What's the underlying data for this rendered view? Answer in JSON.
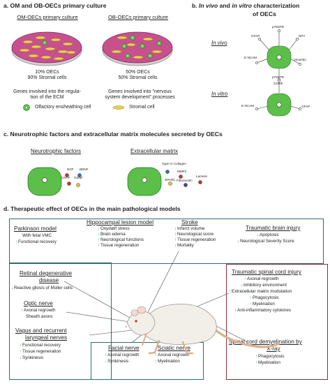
{
  "colors": {
    "cell_green": "#5bbf4a",
    "dish_pink": "#c8508e",
    "box_teal": "#2f6b6b",
    "box_red": "#8a2a3a",
    "up_arrow": "#3b9b3b",
    "down_arrow": "#3a6fa8"
  },
  "a": {
    "title": "a. OM and OB-OECs primary culture",
    "om": {
      "title": "OM-OECs primary culture",
      "pct1": "10% OECs",
      "pct2": "90% Stromal cells",
      "genes1": "Genes involved into the regula-",
      "genes2": "tion of the ECM"
    },
    "ob": {
      "title": "OB-OECs primary culture",
      "pct1": "50% OECs",
      "pct2": "50% Stromal cells",
      "genes1": "Genes involved into \"nervous",
      "genes2": "system development\" processes"
    },
    "legend": {
      "oec": "Olfactory ensheathing cell",
      "stromal": "Stromal cell"
    }
  },
  "b": {
    "title_pre": "b. ",
    "title_vivo": "In vivo",
    "title_mid": " and ",
    "title_vitro": "in vitro",
    "title_post": " characterization",
    "title_line2": "of OECs",
    "in_vivo": "In vivo",
    "in_vitro": "In vitro",
    "vivo_markers": {
      "p75": "p75NTR",
      "gfap": "GFAP",
      "npy": "NPY",
      "encam": "E-NCAM",
      "vim": "Vimentin",
      "s100": "S100b"
    },
    "vitro_markers": {
      "p75": "p75NTR",
      "encam": "E-NCAM",
      "gfap": "GFAP"
    }
  },
  "c": {
    "title": "c. Neurotrophic factors and extracellular matrix molecules secreted by OECs",
    "neuro": {
      "title": "Neurotrophic factors",
      "ngf": "NGF",
      "bdnf": "BDNF",
      "cntf": "CNTF",
      "gdnf": "GDNF"
    },
    "ecm": {
      "title": "Extracellular matrix",
      "col": "Type IV Collagen",
      "mmp2": "MMP2",
      "sparc": "SPARC",
      "laminin": "Laminin",
      "fibro": "Fibronectin"
    }
  },
  "d": {
    "title": "d. Therapeutic effect of OECs in the main pathological models",
    "parkinson": {
      "title": "Parkinson model",
      "items": [
        "With fetal VMC",
        "Functional recovery"
      ]
    },
    "hippo": {
      "title": "Hippocampal lesion model",
      "items": [
        "Oxydatif stress",
        "Brain edema",
        "Neurological functions",
        "Tissue regeneration"
      ]
    },
    "stroke": {
      "title": "Stroke",
      "items": [
        "Infarct volume",
        "Neurological score",
        "Tissue regeneration",
        "Mortality"
      ]
    },
    "tbi": {
      "title": "Traumatic brain injury",
      "items": [
        "Apoptosis",
        "Neurological Severity Score"
      ]
    },
    "retinal": {
      "title1": "Retinal degenerative",
      "title2": "disease",
      "items": [
        "Reactive gliosis of Müller cells"
      ]
    },
    "optic": {
      "title": "Optic nerve",
      "items": [
        "Axonal regrowth",
        "Sheath axons"
      ]
    },
    "vagus": {
      "title1": "Vagus and recurrent",
      "title2": "laryngeal nerves",
      "items": [
        "Functional recovery",
        "Tissue regeneration",
        "Synkinesis"
      ]
    },
    "facial": {
      "title": "Facial nerve",
      "items": [
        "Axonal regrowth",
        "Synkinesis"
      ]
    },
    "sciatic": {
      "title": "Sciatic nerve",
      "items": [
        "Axonal regrowth",
        "Myelination"
      ]
    },
    "tsci": {
      "title": "Traumatic spinal cord injury",
      "items": [
        "Axonal regrowth",
        "Inhibitory environment",
        "Extracellular matrix modulation",
        "Phagocytosis",
        "Myelination",
        "Anti-inflammatory cytokines"
      ]
    },
    "demyel": {
      "title1": "Spinal cord demyelination by",
      "title2": "X-ray",
      "items": [
        "Phagocytosis",
        "Myelination"
      ]
    }
  }
}
